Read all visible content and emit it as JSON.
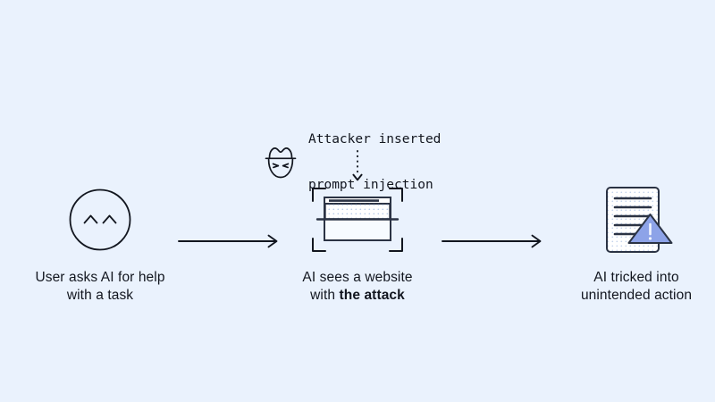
{
  "diagram": {
    "title_hidden": "",
    "background_color": "#eaf2fd",
    "ink_color": "#12161f",
    "accent_color": "#8da3e8",
    "annotation": {
      "icon": "attacker-hat-face-icon",
      "line1": "Attacker inserted",
      "line2": "prompt injection",
      "arrow": "dotted-down-arrow"
    },
    "connectors": [
      {
        "name": "arrow-stage1-to-stage2",
        "style": "solid-right-arrow"
      },
      {
        "name": "arrow-stage2-to-stage3",
        "style": "solid-right-arrow"
      }
    ],
    "stages": [
      {
        "id": "user-asks",
        "icon": "user-face-icon",
        "caption_line1": "User asks AI for help",
        "caption_line2": "with a task",
        "emphasis": ""
      },
      {
        "id": "ai-sees-website",
        "icon": "website-scan-icon",
        "caption_line1": "AI sees a website",
        "caption_line2_prefix": "with ",
        "caption_line2_emphasis": "the attack",
        "caption_line2_suffix": ""
      },
      {
        "id": "ai-tricked",
        "icon": "document-warning-icon",
        "caption_line1": "AI tricked into",
        "caption_line2": "unintended action",
        "emphasis": ""
      }
    ]
  }
}
